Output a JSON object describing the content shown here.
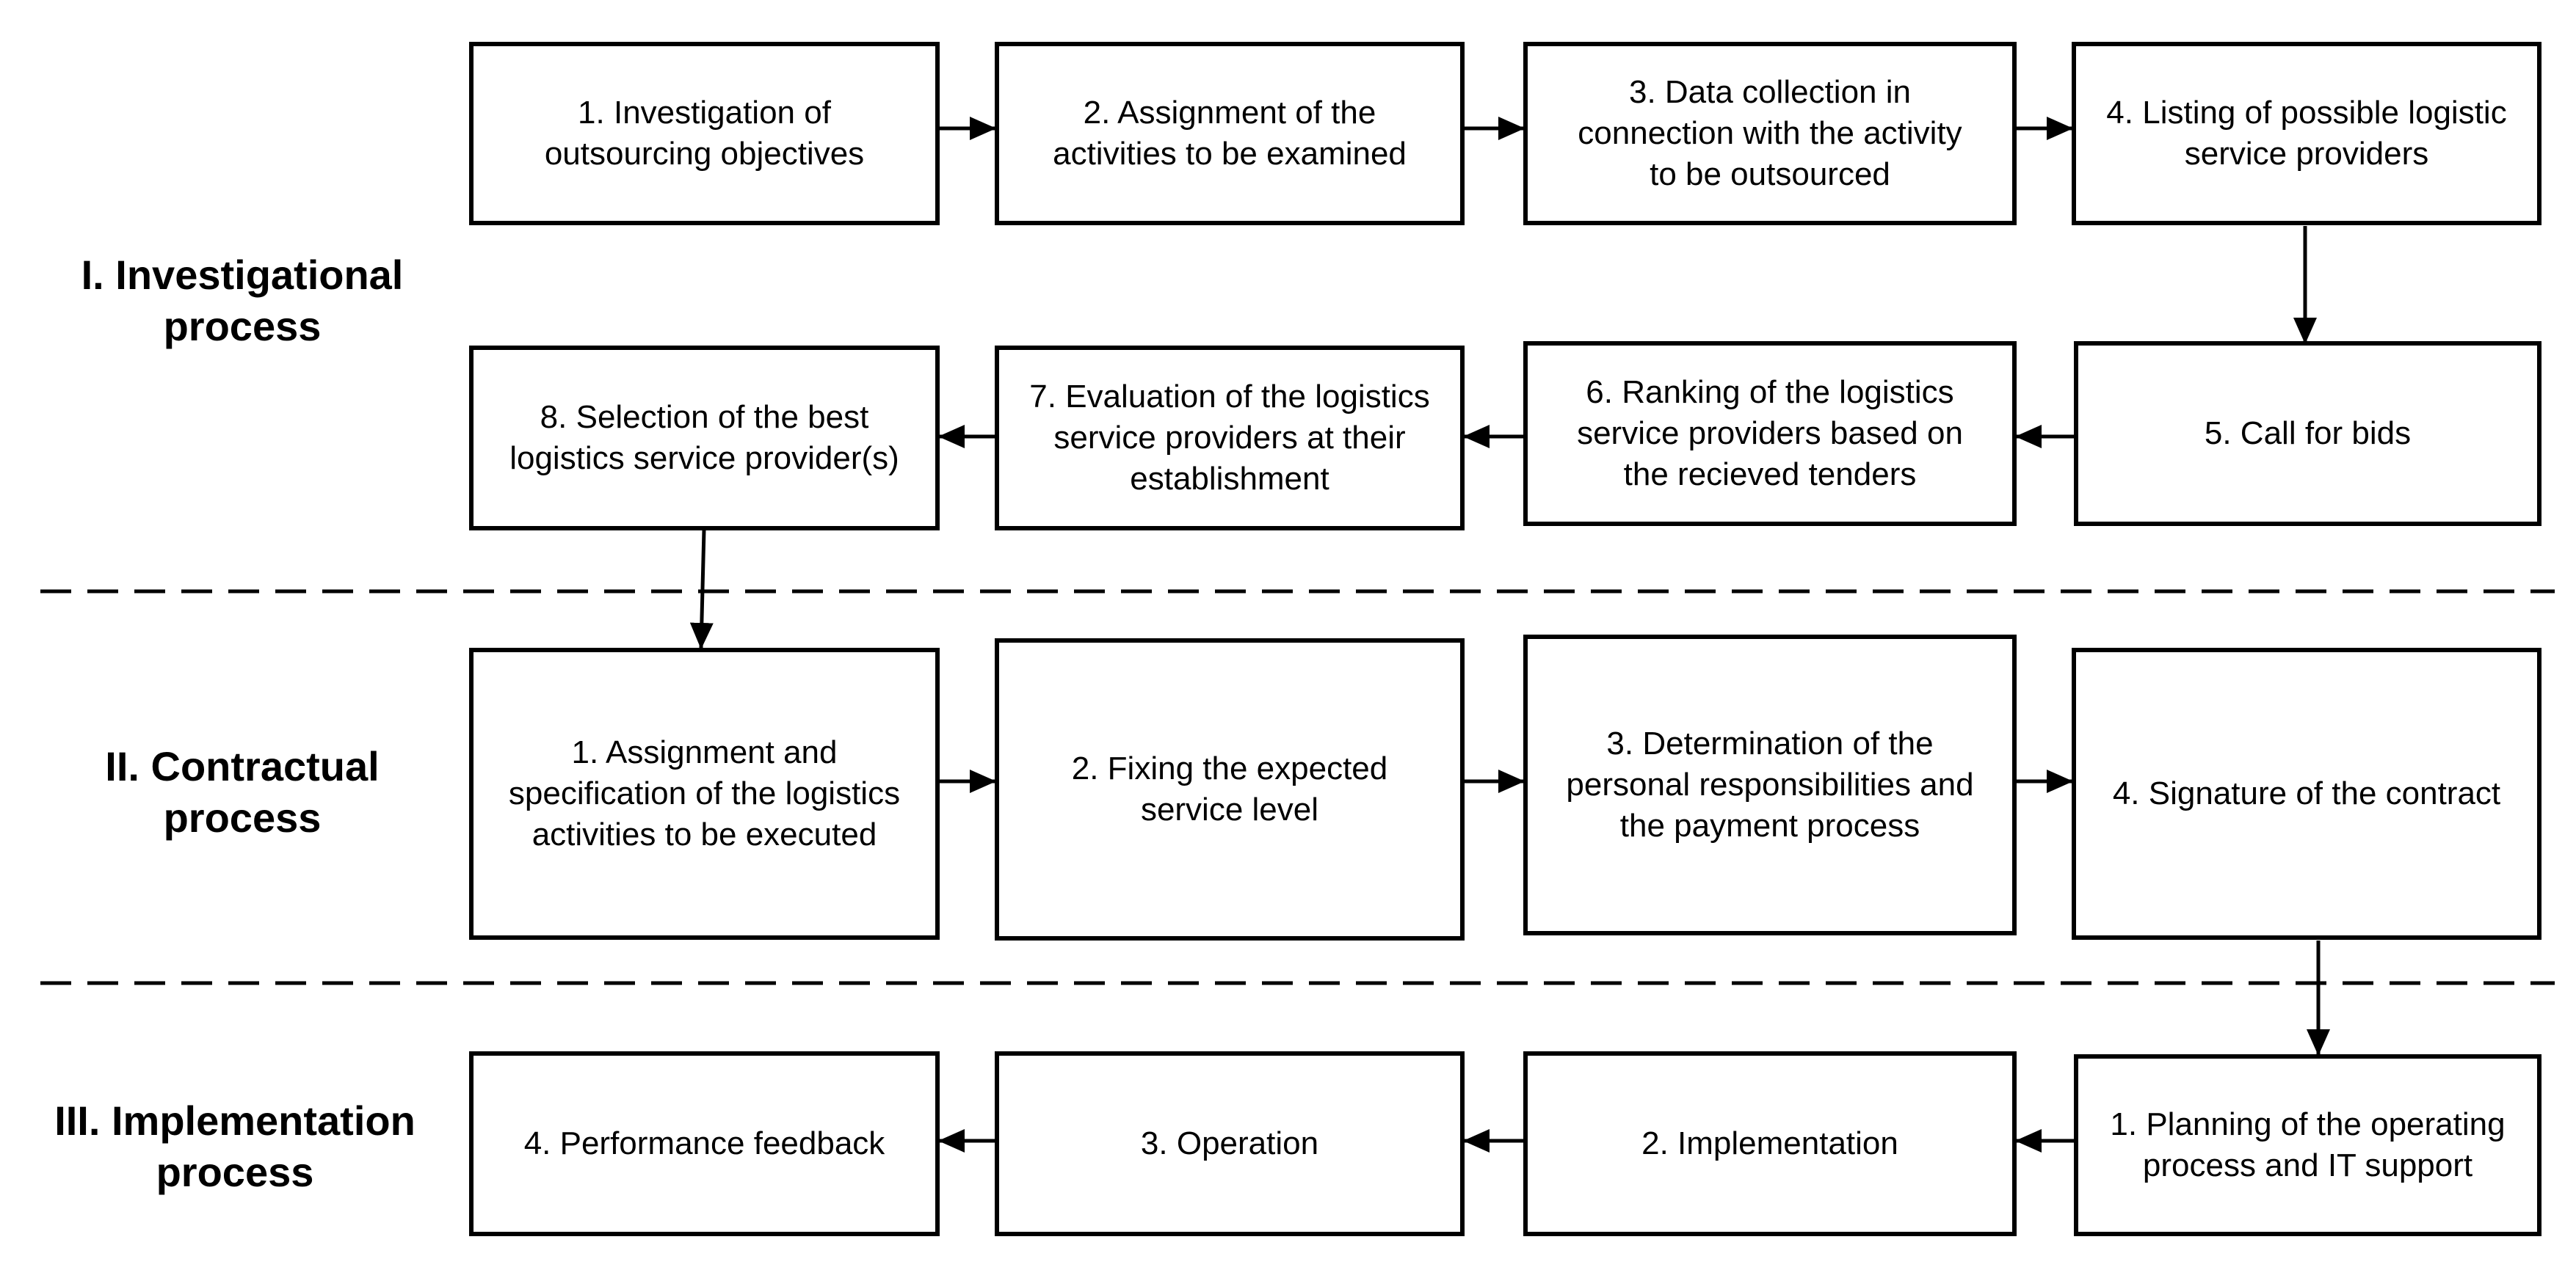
{
  "phases": {
    "investigational": {
      "label": "I.  Investigational\nprocess"
    },
    "contractual": {
      "label": "II. Contractual\nprocess"
    },
    "implementation": {
      "label": "III. Implementation\nprocess"
    }
  },
  "investigational_steps": [
    "1. Investigation of\noutsourcing objectives",
    "2. Assignment of the\nactivities to be examined",
    "3. Data collection in\nconnection with the activity\nto be outsourced",
    "4. Listing of possible logistic\nservice providers",
    "5. Call for bids",
    "6. Ranking of the logistics\nservice providers based on\nthe recieved tenders",
    "7. Evaluation of the logistics\nservice providers at their\nestablishment",
    "8. Selection of the best\nlogistics service provider(s)"
  ],
  "contractual_steps": [
    "1. Assignment and\nspecification of the logistics\nactivities to be executed",
    "2. Fixing the expected\nservice level",
    "3. Determination of the\npersonal responsibilities and\nthe payment process",
    "4. Signature of the contract"
  ],
  "implementation_steps": [
    "1. Planning of the operating\nprocess and IT support",
    "2. Implementation",
    "3. Operation",
    "4. Performance feedback"
  ]
}
